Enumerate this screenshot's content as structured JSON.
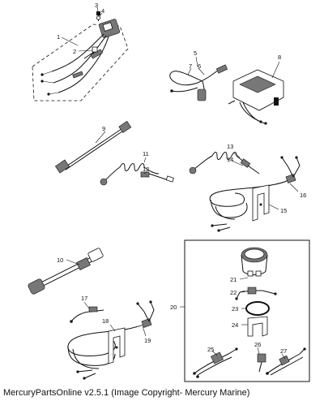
{
  "footer": {
    "caption": "MercuryPartsOnline v2.5.1 (Image Copyright- Mercury Marine)"
  },
  "callouts": [
    "1",
    "2",
    "3",
    "4",
    "5",
    "6",
    "7",
    "8",
    "9",
    "10",
    "11",
    "12",
    "13",
    "14",
    "15",
    "16",
    "17",
    "18",
    "19",
    "20",
    "21",
    "22",
    "23",
    "24",
    "25",
    "26",
    "27"
  ]
}
